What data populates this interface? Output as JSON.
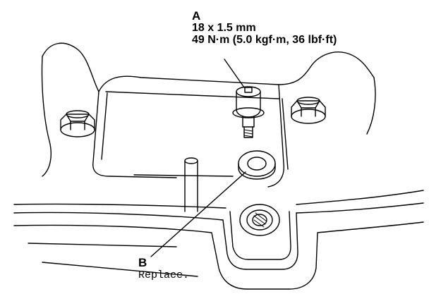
{
  "callouts": {
    "a": {
      "letter": "A",
      "size": "18 x 1.5 mm",
      "torque": "49 N·m (5.0 kgf·m, 36 lbf·ft)"
    },
    "b": {
      "letter": "B",
      "note": "Replace."
    }
  },
  "parts": {
    "a": {
      "label": "bolt",
      "icon": "flange-bolt-icon"
    },
    "b": {
      "label": "washer",
      "icon": "sealing-washer-icon"
    }
  },
  "colors": {
    "line": "#000000",
    "background": "#ffffff"
  }
}
